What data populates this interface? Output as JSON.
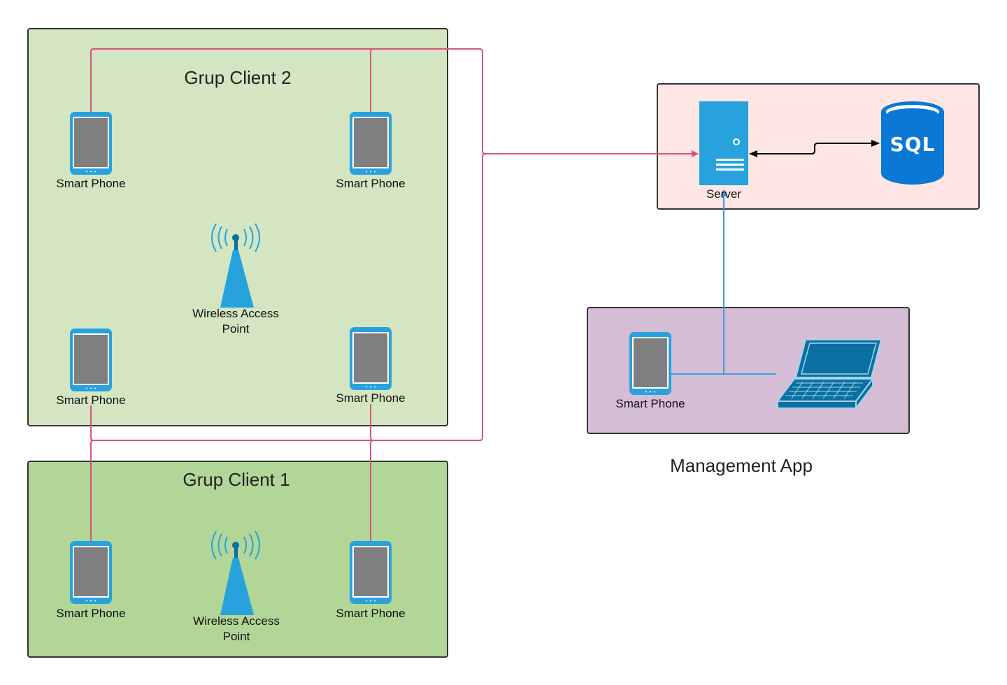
{
  "groups": {
    "client2": {
      "title": "Grup Client 2",
      "color": "#d3e5c1"
    },
    "client1": {
      "title": "Grup Client 1",
      "color": "#b2d598"
    },
    "server_box": {
      "color": "#fde6e3"
    },
    "management": {
      "title": "Management App",
      "color": "#d6bdd6"
    }
  },
  "labels": {
    "smart_phone": "Smart Phone",
    "wap_line1": "Wireless Access",
    "wap_line2": "Point",
    "server": "Server",
    "sql": "SQL"
  },
  "colors": {
    "link_pink": "#d9537c",
    "link_blue": "#3a9ee0",
    "device_blue": "#27a2dd",
    "screen_gray": "#7f7f7f",
    "laptop_blue": "#0a6fa1",
    "sql_blue": "#0a78d4"
  },
  "icons": [
    "smartphone-icon",
    "wireless-access-point-icon",
    "server-icon",
    "sql-database-icon",
    "laptop-icon"
  ]
}
